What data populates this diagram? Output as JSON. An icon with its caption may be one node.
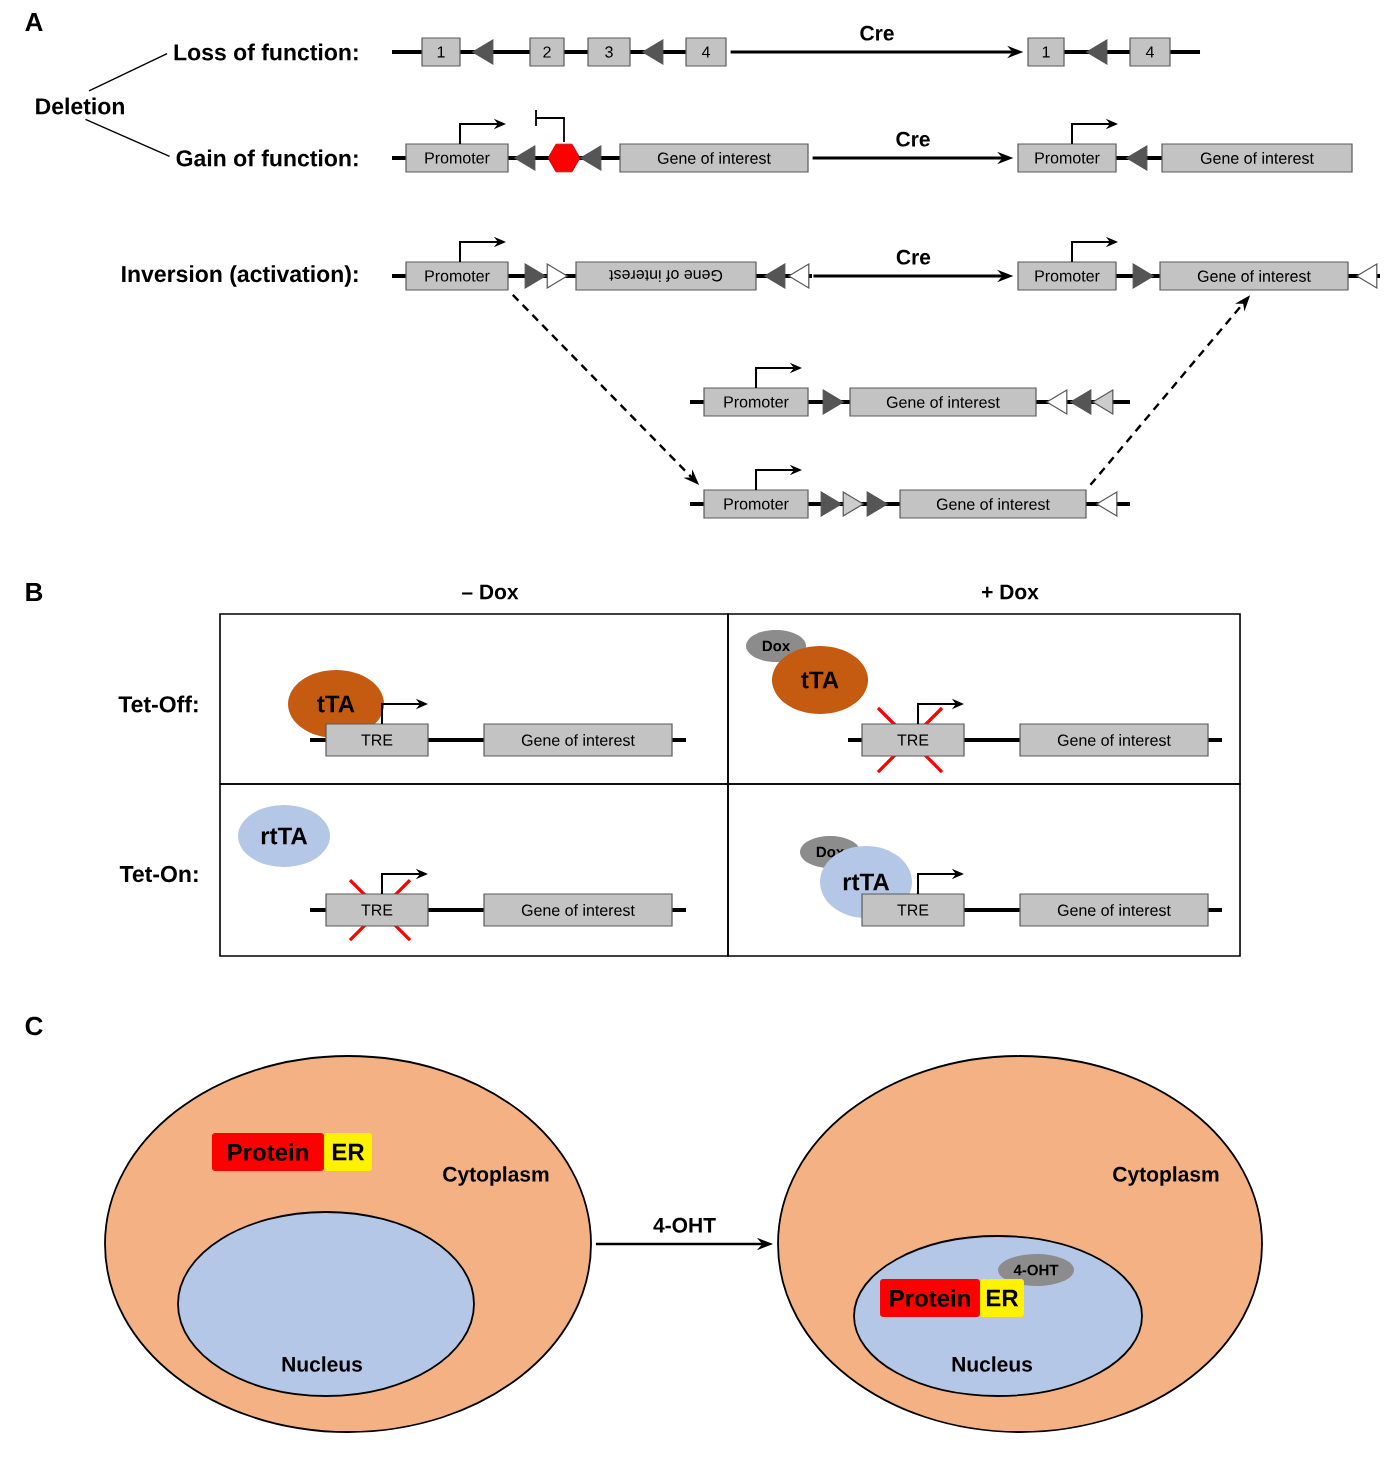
{
  "diagram": {
    "nodes": [
      {
        "text": [
          "Loss of function:"
        ]
      },
      {
        "text": [
          "1"
        ]
      },
      {
        "text": [
          "2"
        ]
      },
      {
        "text": [
          "3"
        ]
      },
      {
        "text": [
          "4"
        ]
      },
      {
        "text": [
          "1"
        ]
      },
      {
        "text": [
          "4"
        ]
      },
      {
        "text": [
          "Deletion"
        ]
      },
      {
        "text": [
          "Gain of function:"
        ]
      },
      {
        "text": [
          "Promoter"
        ]
      },
      {
        "text": [
          "Gene of interest"
        ]
      },
      {
        "text": [
          "Promoter"
        ]
      },
      {
        "text": [
          "Gene of interest"
        ]
      },
      {
        "text": [
          "Promoter"
        ]
      },
      {
        "text": [
          "Gene of interest"
        ]
      },
      {
        "text": [
          "Promoter"
        ]
      },
      {
        "text": [
          "Gene of interest"
        ]
      },
      {
        "text": [
          "Promoter"
        ]
      },
      {
        "text": [
          "Gene of interest"
        ]
      },
      {
        "text": [
          "Promoter"
        ]
      },
      {
        "text": [
          "Gene of interest"
        ]
      },
      {
        "text": [],
        "shape": "box"
      },
      {
        "text": [
          "tTA"
        ],
        "in": 21
      },
      {
        "text": [
          "TRE"
        ],
        "in": 21
      },
      {
        "text": [
          "Gene of interest"
        ],
        "in": 21
      },
      {
        "text": [],
        "shape": "box"
      },
      {
        "text": [
          "Dox"
        ],
        "in": 25
      },
      {
        "text": [
          "tTA"
        ],
        "in": 25
      },
      {
        "text": [
          "TRE"
        ],
        "in": 25
      },
      {
        "text": [
          "Gene of interest"
        ],
        "in": 25
      },
      {
        "text": [],
        "shape": "box"
      },
      {
        "text": [
          "rtTA"
        ],
        "in": 30
      },
      {
        "text": [
          "TRE"
        ],
        "in": 30
      },
      {
        "text": [
          "Gene of interest"
        ],
        "in": 30
      },
      {
        "text": [],
        "shape": "box"
      },
      {
        "text": [
          "Dox"
        ],
        "in": 34
      },
      {
        "text": [
          "rtTA"
        ],
        "in": 34
      },
      {
        "text": [
          "TRE"
        ],
        "in": 34
      },
      {
        "text": [
          "Gene of interest"
        ],
        "in": 34
      },
      {
        "text": [
          "Cytoplasm"
        ]
      },
      {
        "text": [
          "Nucleus"
        ],
        "in": 39
      },
      {
        "text": [
          "Protein"
        ],
        "in": 39
      },
      {
        "text": [
          "ER"
        ],
        "in": 39
      },
      {
        "text": [
          "Cytoplasm"
        ]
      },
      {
        "text": [
          "Nucleus"
        ],
        "in": 43
      },
      {
        "text": [
          "4-OHT"
        ],
        "in": 44
      },
      {
        "text": [
          "Protein"
        ],
        "in": 44
      },
      {
        "text": [
          "ER"
        ],
        "in": 44
      },
      {
        "text": [],
        "shape": "triangle"
      },
      {
        "text": [],
        "shape": "triangle"
      },
      {
        "text": [],
        "shape": "triangle"
      },
      {
        "text": [],
        "shape": "triangle"
      },
      {
        "text": [],
        "shape": "triangle"
      },
      {
        "text": [],
        "shape": "triangle"
      },
      {
        "text": [],
        "shape": "triangle"
      },
      {
        "text": [],
        "shape": "triangle"
      },
      {
        "text": [],
        "shape": "triangle"
      },
      {
        "text": [],
        "shape": "triangle"
      },
      {
        "text": [],
        "shape": "triangle"
      },
      {
        "text": [],
        "shape": "triangle"
      },
      {
        "text": [],
        "shape": "triangle"
      },
      {
        "text": [],
        "shape": "triangle"
      },
      {
        "text": [],
        "shape": "triangle"
      },
      {
        "text": [],
        "shape": "triangle"
      },
      {
        "text": [],
        "shape": "triangle"
      },
      {
        "text": [],
        "shape": "triangle"
      },
      {
        "text": [],
        "shape": "triangle"
      },
      {
        "text": [],
        "shape": "triangle"
      }
    ],
    "edges": [
      {
        "from": 7,
        "to": 0,
        "arrow": "none"
      },
      {
        "from": 7,
        "to": 8,
        "arrow": "none"
      },
      {
        "from": 4,
        "to": 5,
        "arrow": "to",
        "label": "Cre"
      },
      {
        "from": 10,
        "to": 11,
        "arrow": "to",
        "label": "Cre"
      },
      {
        "from": 57,
        "to": 15,
        "arrow": "to",
        "label": "Cre"
      },
      {
        "from": 13,
        "to": 19,
        "arrow": "to",
        "style": "dashed"
      },
      {
        "from": 20,
        "to": 16,
        "arrow": "to",
        "style": "dashed"
      },
      {
        "from": 39,
        "to": 43,
        "arrow": "to",
        "label": "4-OHT"
      }
    ],
    "labels": [
      "A",
      "Inversion (activation):",
      "B",
      "– Dox",
      "+ Dox",
      "Tet-Off:",
      "Tet-On:",
      "C"
    ]
  }
}
